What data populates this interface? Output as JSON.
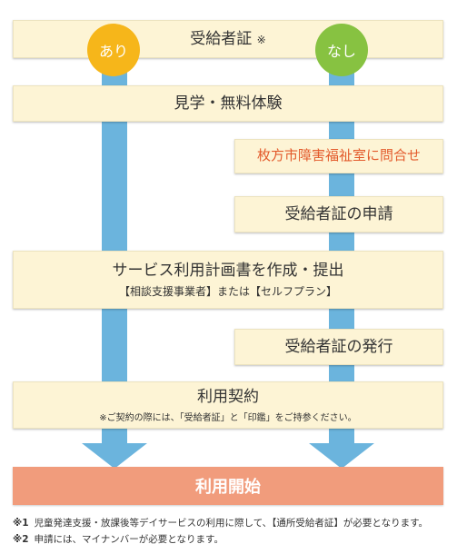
{
  "circles": {
    "yes": "あり",
    "no": "なし"
  },
  "steps": {
    "certificate": {
      "title": "受給者証",
      "mark": "※"
    },
    "tour": "見学・無料体験",
    "contact": "枚方市障害福祉室に問合せ",
    "apply": "受給者証の申請",
    "plan": {
      "title": "サービス利用計画書を作成・提出",
      "sub": "【相談支援事業者】または【セルフプラン】"
    },
    "issue": "受給者証の発行",
    "contract": {
      "title": "利用契約",
      "sub": "※ご契約の際には、「受給者証」と「印鑑」をご持参ください。"
    },
    "start": "利用開始"
  },
  "notes": [
    {
      "mark": "※1",
      "text": "児童発達支援・放課後等デイサービスの利用に際して、【通所受給者証】が必要となります。"
    },
    {
      "mark": "※2",
      "text": "申請には、マイナンバーが必要となります。"
    }
  ],
  "colors": {
    "yes": "#f6b61a",
    "no": "#87c241",
    "bar": "#6bb4dd",
    "box": "#fdf4d5",
    "final": "#f19c7c",
    "contact_text": "#e35a2b"
  }
}
